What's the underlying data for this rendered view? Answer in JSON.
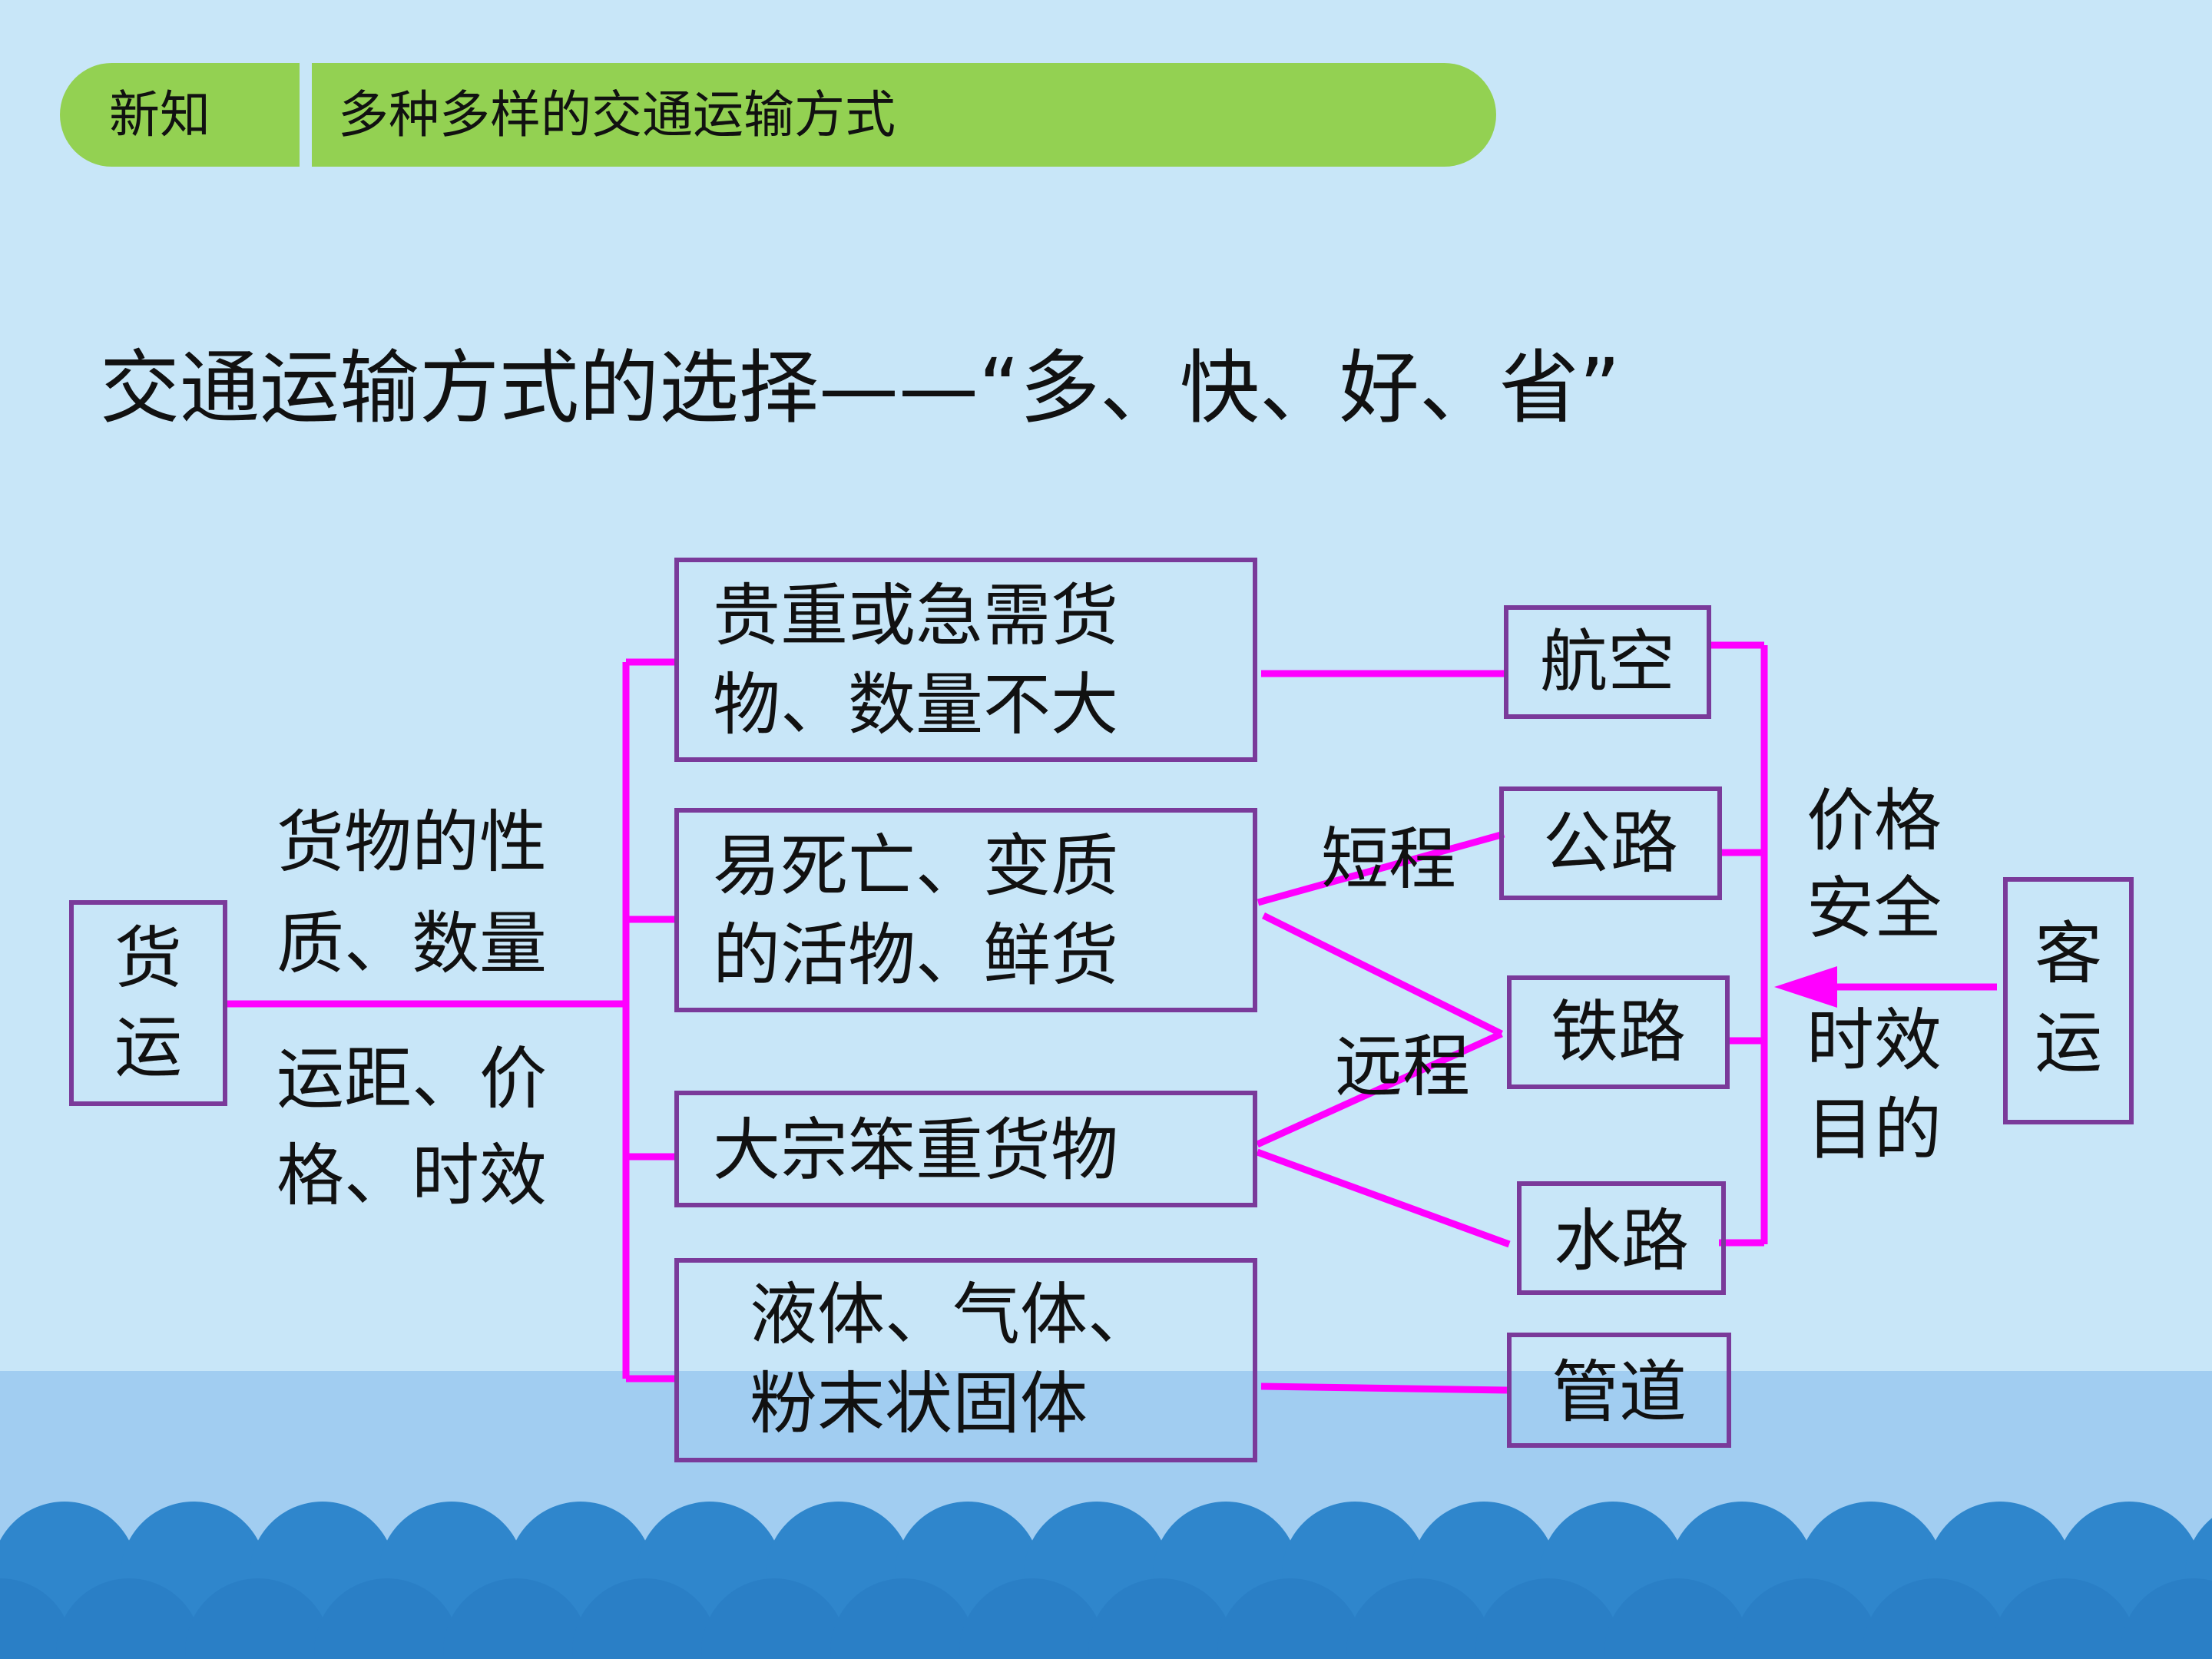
{
  "header": {
    "tag": "新知",
    "topic": "多种多样的交通运输方式"
  },
  "title": "交通运输方式的选择——“多、快、好、省”",
  "diagram": {
    "freight": {
      "label_line1": "货",
      "label_line2": "运"
    },
    "passenger": {
      "label_line1": "客",
      "label_line2": "运"
    },
    "freight_factors_top": [
      "货物的性",
      "质、数量"
    ],
    "freight_factors_bottom": [
      "运距、价",
      "格、时效"
    ],
    "passenger_factors_top": [
      "价格",
      "安全"
    ],
    "passenger_factors_bottom": [
      "时效",
      "目的"
    ],
    "goods": [
      {
        "line1": "贵重或急需货",
        "line2": "物、数量不大"
      },
      {
        "line1": "易死亡、变质",
        "line2": "的活物、鲜货"
      },
      {
        "line1": "大宗笨重货物",
        "line2": ""
      },
      {
        "line1": "液体、气体、",
        "line2": "粉末状固体"
      }
    ],
    "modes": [
      "航空",
      "公路",
      "铁路",
      "水路",
      "管道"
    ],
    "distance_short": "短程",
    "distance_long": "远程",
    "colors": {
      "connector": "#ff00ff",
      "box_border": "#7a3a9a",
      "header": "#93d152"
    }
  }
}
